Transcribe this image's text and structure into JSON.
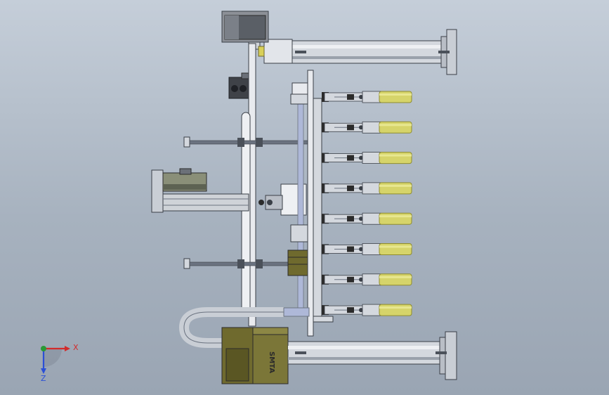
{
  "viewport": {
    "background_top": "#c5ced9",
    "background_bottom": "#9aa5b3"
  },
  "colors": {
    "steel": "#d4d8de",
    "steel_dark": "#6b7380",
    "outline": "#3a3f47",
    "yellow_tube": "#d6d46a",
    "yellow_tube_edge": "#8f8c2e",
    "motor_body": "#8a8f78",
    "olive": "#6f6a2e",
    "blue_glass": "#aeb8d8",
    "dark": "#2b2b2b",
    "axis_x": "#d22b2b",
    "axis_y": "#2a9a36",
    "axis_z": "#2b4fd6"
  },
  "gripper_count": 8,
  "orientation_triad": {
    "x_label": "X",
    "z_label": "Z"
  },
  "chassis_marking": "SMTA"
}
